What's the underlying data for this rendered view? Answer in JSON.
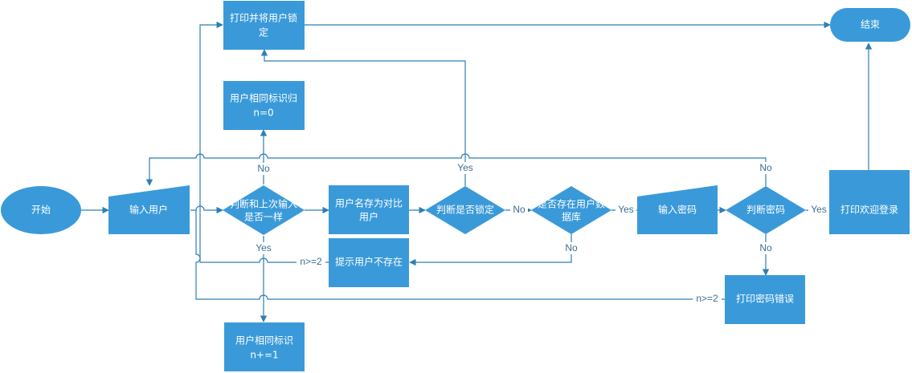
{
  "colors": {
    "node_fill": "#3a9ad9",
    "edge": "#2f7fb4",
    "node_text": "#ffffff",
    "edge_label": "#3b6f93"
  },
  "nodes": {
    "start": [
      "开始"
    ],
    "input_user": [
      "输入用户"
    ],
    "check_same": [
      "判断和上次输入",
      "是否一样"
    ],
    "save_user": [
      "用户名存为对比",
      "用户"
    ],
    "check_locked": [
      "判断是否锁定"
    ],
    "check_exists": [
      "是否存在用户数",
      "据库"
    ],
    "input_password": [
      "输入密码"
    ],
    "check_password": [
      "判断密码"
    ],
    "welcome": [
      "打印欢迎登录"
    ],
    "end": [
      "结束"
    ],
    "print_lock": [
      "打印并将用户锁",
      "定"
    ],
    "reset_id": [
      "用户相同标识归",
      "n=0"
    ],
    "user_not_exist": [
      "提示用户不存在"
    ],
    "incr_id": [
      "用户相同标识",
      "n+=1"
    ],
    "wrong_password": [
      "打印密码错误"
    ]
  },
  "edge_labels": {
    "same_no": "No",
    "same_yes": "Yes",
    "locked_yes": "Yes",
    "locked_no": "No",
    "exists_yes": "Yes",
    "exists_no": "No",
    "pwd_yes": "Yes",
    "pwd_no_top": "No",
    "pwd_no_bottom": "No",
    "retry_user": "n>=2",
    "retry_pwd": "n>=2"
  }
}
